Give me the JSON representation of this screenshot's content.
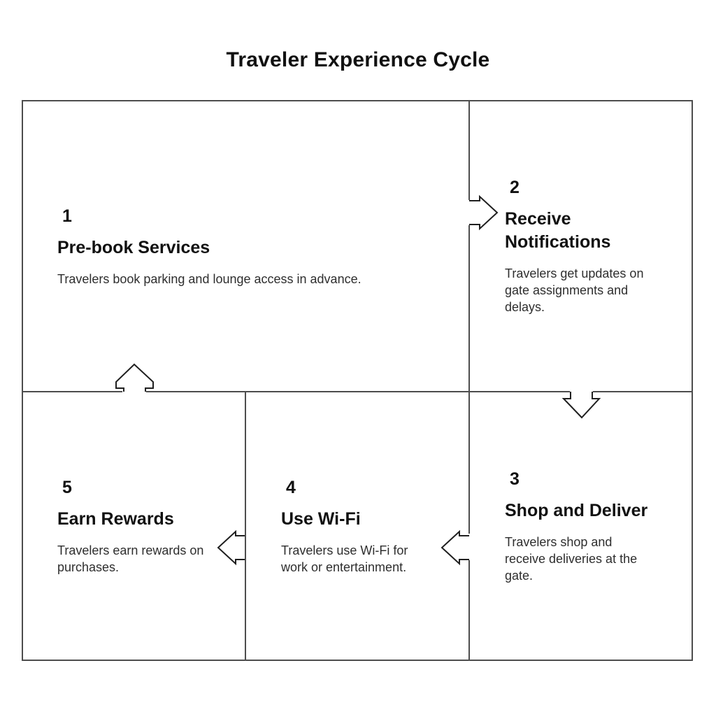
{
  "title": "Traveler Experience Cycle",
  "colors": {
    "background": "#ffffff",
    "border": "#4d4d4d",
    "arrow_stroke": "#1f1f1f",
    "arrow_fill": "#ffffff",
    "heading_text": "#111111",
    "body_text": "#2e2e2e"
  },
  "steps": [
    {
      "number": "1",
      "heading": "Pre-book Services",
      "description": "Travelers book parking and lounge access in advance."
    },
    {
      "number": "2",
      "heading": "Receive Notifications",
      "description": "Travelers get updates on gate assignments and delays."
    },
    {
      "number": "3",
      "heading": "Shop and Deliver",
      "description": "Travelers shop and receive deliveries at the gate."
    },
    {
      "number": "4",
      "heading": "Use Wi-Fi",
      "description": "Travelers use Wi-Fi for work or entertainment."
    },
    {
      "number": "5",
      "heading": "Earn Rewards",
      "description": "Travelers earn rewards on purchases."
    }
  ],
  "arrows": [
    {
      "name": "arrow-step1-to-step2",
      "direction": "right"
    },
    {
      "name": "arrow-step2-to-step3",
      "direction": "down"
    },
    {
      "name": "arrow-step3-to-step4",
      "direction": "left"
    },
    {
      "name": "arrow-step4-to-step5",
      "direction": "left"
    },
    {
      "name": "arrow-step5-to-step1",
      "direction": "up"
    }
  ]
}
